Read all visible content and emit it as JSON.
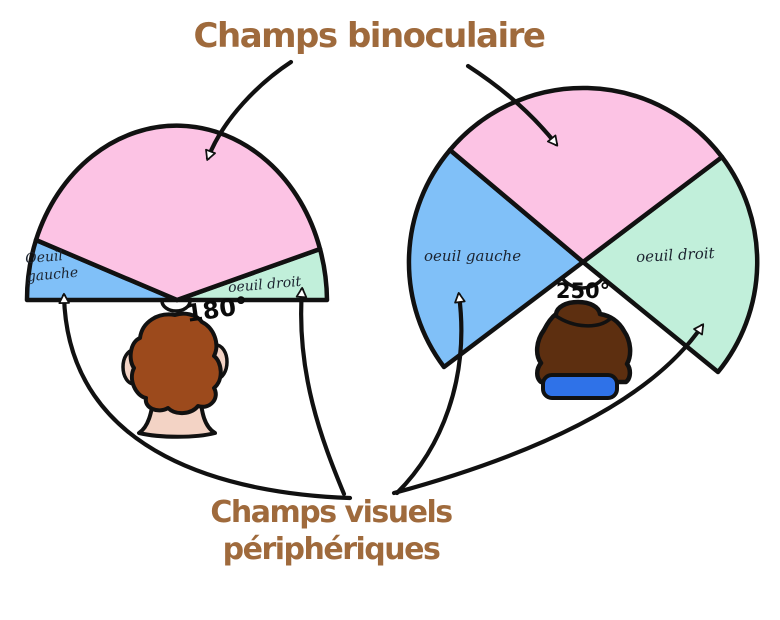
{
  "title": "Champs binoculaire",
  "footer": {
    "line1": "Champs visuels",
    "line2": "périphériques"
  },
  "human_field": {
    "angle_label": "180°",
    "left_eye_line1": "Oeuil",
    "left_eye_line2": "gauche",
    "right_eye": "oeuil droit"
  },
  "animal_field": {
    "angle_label": "250°",
    "left_eye": "oeuil gauche",
    "right_eye": "oeuil droit"
  },
  "colors": {
    "binocular_field": "#fcc3e4",
    "left_eye_field": "#80c0f8",
    "right_eye_field": "#c1efda",
    "heading_text": "#9f6a3c",
    "outline_ink": "#111111",
    "hair": "#9c4a1c",
    "skin": "#f3d3c5",
    "animal_body": "#5d2f10",
    "animal_collar": "#2f72e8"
  }
}
